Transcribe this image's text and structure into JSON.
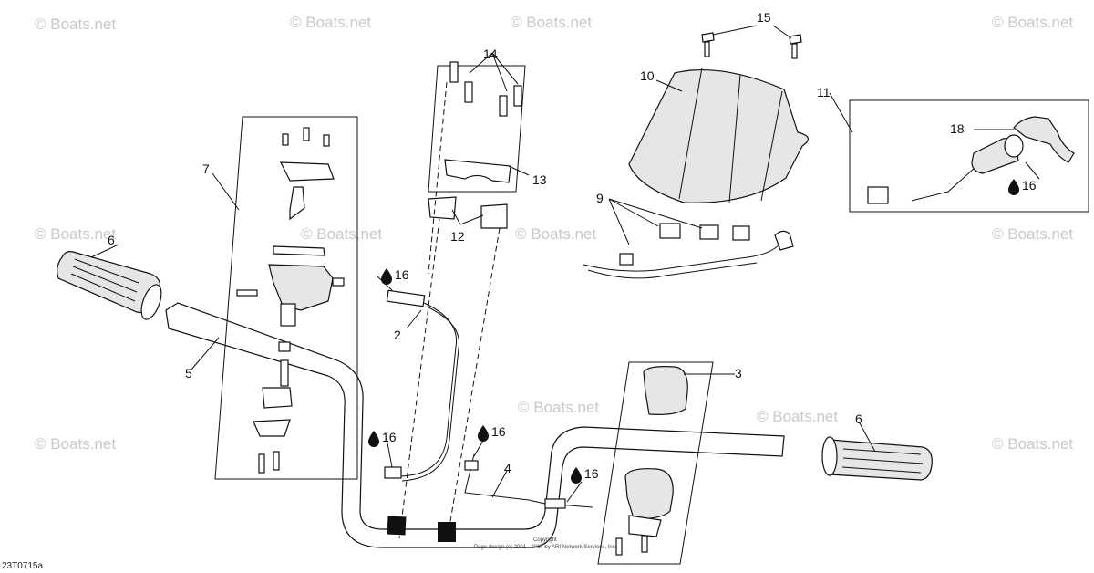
{
  "diagram": {
    "reference_code": "23T0715a",
    "watermark": "© Boats.net",
    "copyright_line1": "Copyright",
    "copyright_line2": "Page design (c) 2001 - 2017 by ARI Network Services, Inc.",
    "lubricant_marker": "16",
    "callouts": [
      "15",
      "14",
      "10",
      "11",
      "18",
      "16",
      "7",
      "13",
      "9",
      "6",
      "12",
      "16",
      "2",
      "5",
      "3",
      "16",
      "16",
      "4",
      "16",
      "6"
    ]
  }
}
